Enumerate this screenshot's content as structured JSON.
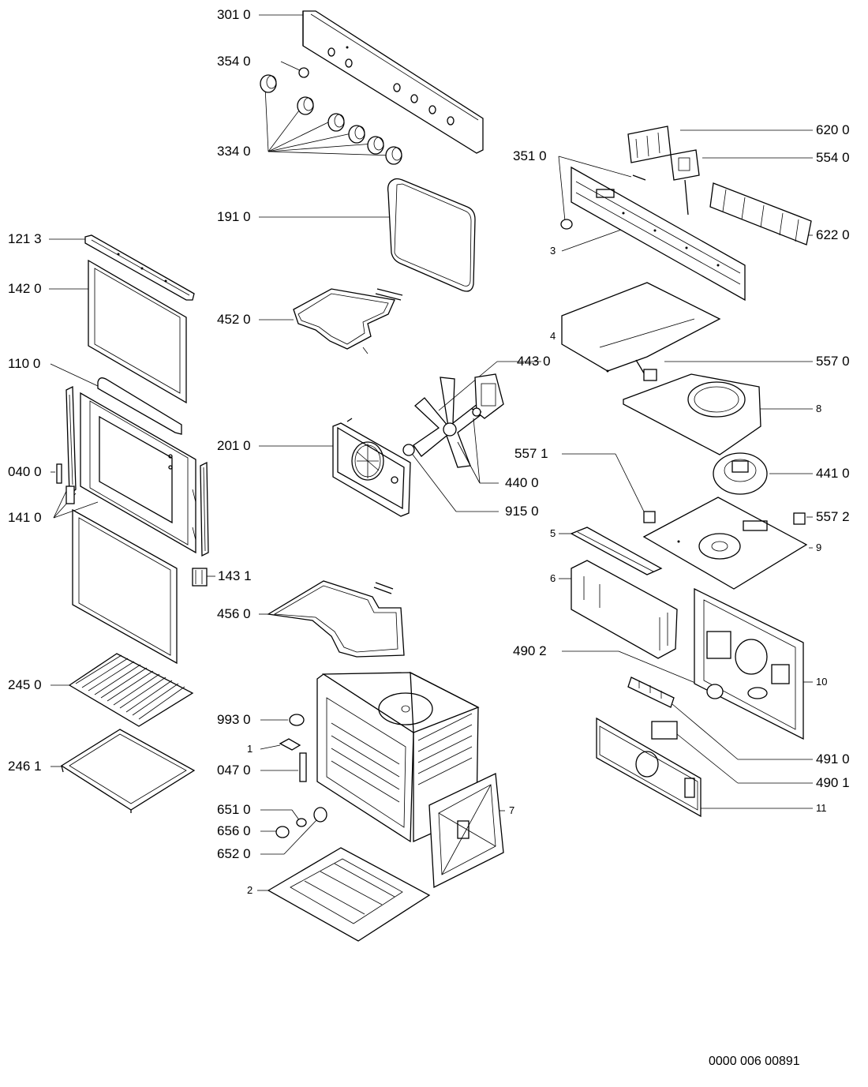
{
  "document_number": "0000 006 00891",
  "callouts": {
    "c3010": "301 0",
    "c3540": "354 0",
    "c3340": "334 0",
    "c1910": "191 0",
    "c1213": "121 3",
    "c1420": "142 0",
    "c4520": "452 0",
    "c1100": "110 0",
    "c0400": "040 0",
    "c2010": "201 0",
    "c1410": "141 0",
    "c1431": "143 1",
    "c4560": "456 0",
    "c2450": "245 0",
    "c9930": "993 0",
    "c1": "1",
    "c2461": "246 1",
    "c0470": "047 0",
    "c6510": "651 0",
    "c6560": "656 0",
    "c6520": "652 0",
    "c2": "2",
    "c6200": "620 0",
    "c3510": "351 0",
    "c5540": "554 0",
    "c6220": "622 0",
    "c3": "3",
    "c4": "4",
    "c4430": "443 0",
    "c5570": "557 0",
    "c8": "8",
    "c4400": "440 0",
    "c9150": "915 0",
    "c5571": "557 1",
    "c4410": "441 0",
    "c5572": "557 2",
    "c5": "5",
    "c9": "9",
    "c6": "6",
    "c4902": "490 2",
    "c10": "10",
    "c4910": "491 0",
    "c4901": "490 1",
    "c7": "7",
    "c11": "11"
  }
}
